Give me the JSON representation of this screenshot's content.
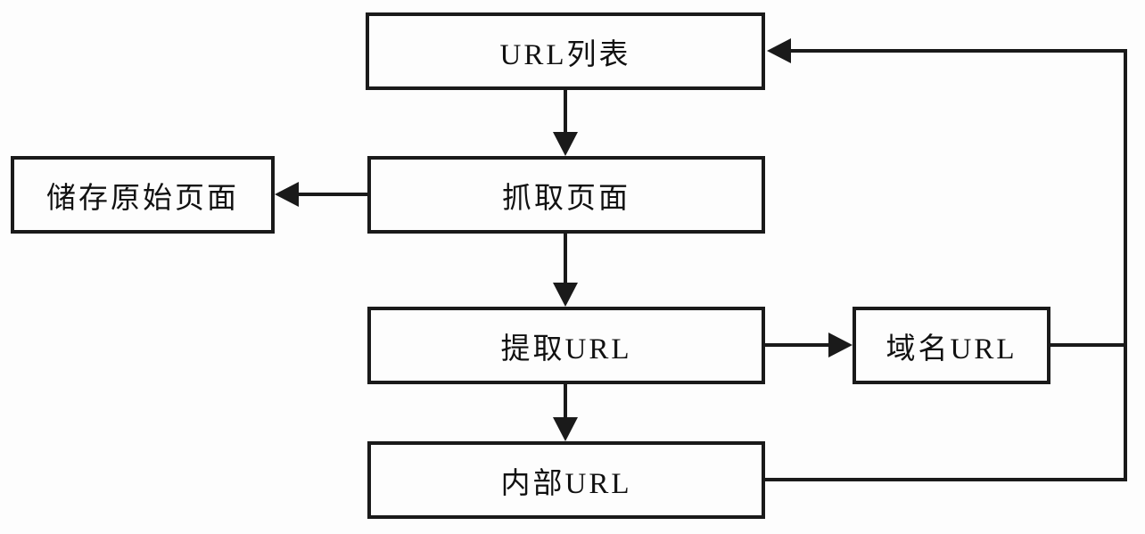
{
  "diagram": {
    "type": "flowchart",
    "colors": {
      "background": "#fdfdfd",
      "line": "#1a1a1a",
      "box_border": "#1a1a1a",
      "box_fill": "#fdfdfd",
      "text": "#111111"
    },
    "nodes": {
      "url_list": {
        "label": "URL列表"
      },
      "crawl_page": {
        "label": "抓取页面"
      },
      "store_page": {
        "label": "储存原始页面"
      },
      "extract_url": {
        "label": "提取URL"
      },
      "domain_url": {
        "label": "域名URL"
      },
      "internal_url": {
        "label": "内部URL"
      }
    },
    "edges": [
      {
        "from": "url_list",
        "to": "crawl_page",
        "arrowhead": true
      },
      {
        "from": "crawl_page",
        "to": "store_page",
        "arrowhead": true
      },
      {
        "from": "crawl_page",
        "to": "extract_url",
        "arrowhead": true
      },
      {
        "from": "extract_url",
        "to": "domain_url",
        "arrowhead": true
      },
      {
        "from": "extract_url",
        "to": "internal_url",
        "arrowhead": true
      },
      {
        "from": "internal_url",
        "to": "url_list",
        "arrowhead": true
      },
      {
        "from": "domain_url",
        "to": "feedback-line",
        "arrowhead": false
      }
    ]
  }
}
